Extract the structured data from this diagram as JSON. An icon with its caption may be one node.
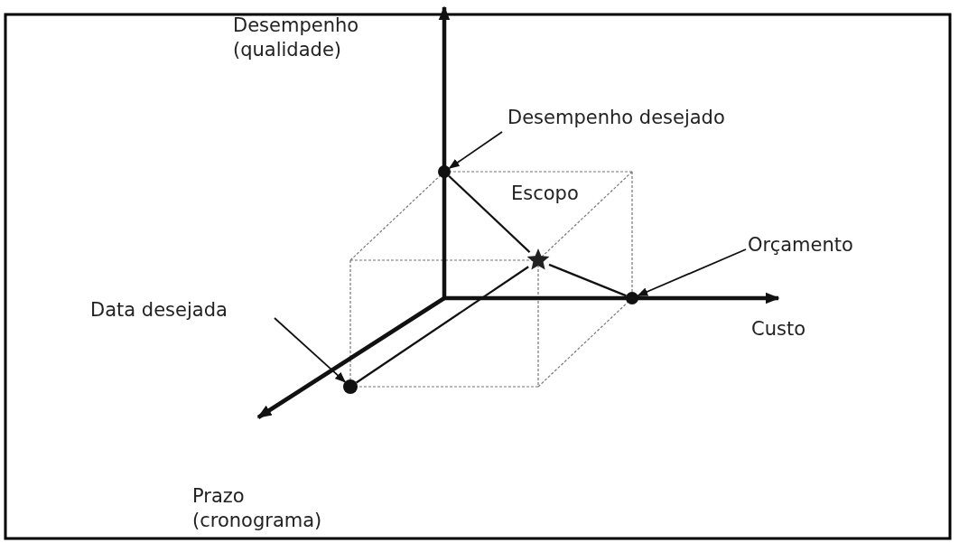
{
  "diagram": {
    "nodes": [
      {
        "text": [
          "Desempenho desejado"
        ]
      },
      {
        "text": [],
        "shape": "circle"
      },
      {
        "text": [
          "Orçamento"
        ]
      },
      {
        "text": [],
        "shape": "circle"
      },
      {
        "text": [
          "Data desejada"
        ]
      },
      {
        "text": [],
        "shape": "circle"
      },
      {
        "text": [],
        "shape": "star",
        "beside": [
          "Escopo"
        ]
      }
    ],
    "edges": [
      {
        "from": 0,
        "to": 1,
        "arrow": "to"
      },
      {
        "from": 2,
        "to": 3,
        "arrow": "to"
      },
      {
        "from": 4,
        "to": 5,
        "arrow": "to"
      },
      {
        "from": 1,
        "to": 6,
        "arrow": "none"
      },
      {
        "from": 6,
        "to": 3,
        "arrow": "none"
      },
      {
        "from": 5,
        "to": 6,
        "arrow": "none"
      }
    ],
    "labels": [
      "Desempenho (qualidade)",
      "Custo",
      "Prazo (cronograma)"
    ]
  }
}
